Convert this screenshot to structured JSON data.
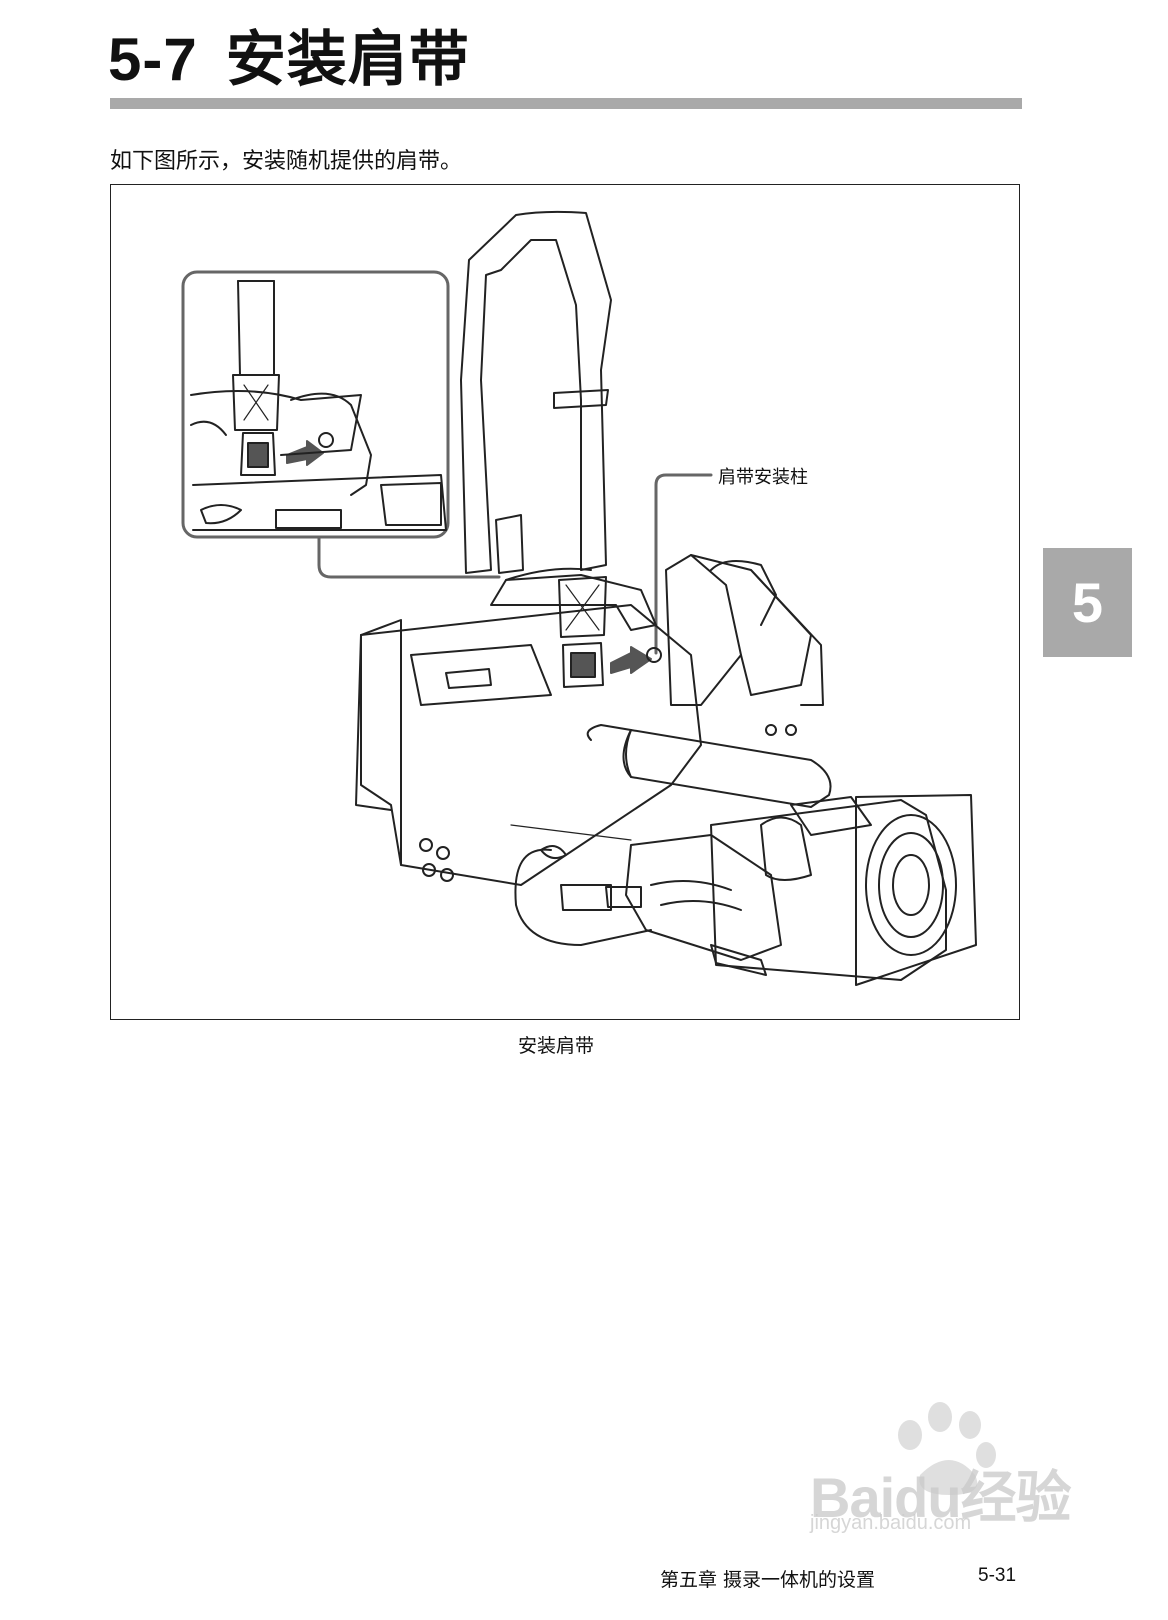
{
  "header": {
    "section_number": "5-7",
    "section_title": "安装肩带"
  },
  "intro_text": "如下图所示，安装随机提供的肩带。",
  "figure": {
    "callout_label": "肩带安装柱",
    "caption": "安装肩带"
  },
  "chapter_tab": "5",
  "footer": {
    "chapter_text": "第五章  摄录一体机的设置",
    "page_number": "5-31"
  },
  "watermark": {
    "brand_text": "Baidu经验",
    "url_text": "jingyan.baidu.com"
  }
}
